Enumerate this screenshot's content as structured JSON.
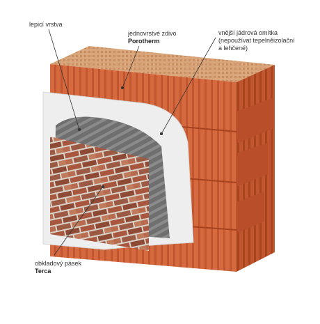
{
  "labels": {
    "adhesive_layer": "lepicí vrstva",
    "masonry": {
      "line1": "jednovrstvé zdivo",
      "brand": "Porotherm"
    },
    "plaster": {
      "line1": "vnější jádrová omítka",
      "line2": "(nepoužívat tepelněizolační",
      "line3": "a lehčené)"
    },
    "facing_strip": {
      "line1": "obkladový pásek",
      "brand": "Terca"
    }
  },
  "colors": {
    "block_top": "#d8a37a",
    "block_face": "#d4663c",
    "block_side": "#b84e2a",
    "plaster": "#eeeeee",
    "adhesive": "#6f6f6f",
    "brick": "#a9563f",
    "mortar": "#d8d2c8",
    "leader": "#333333"
  }
}
